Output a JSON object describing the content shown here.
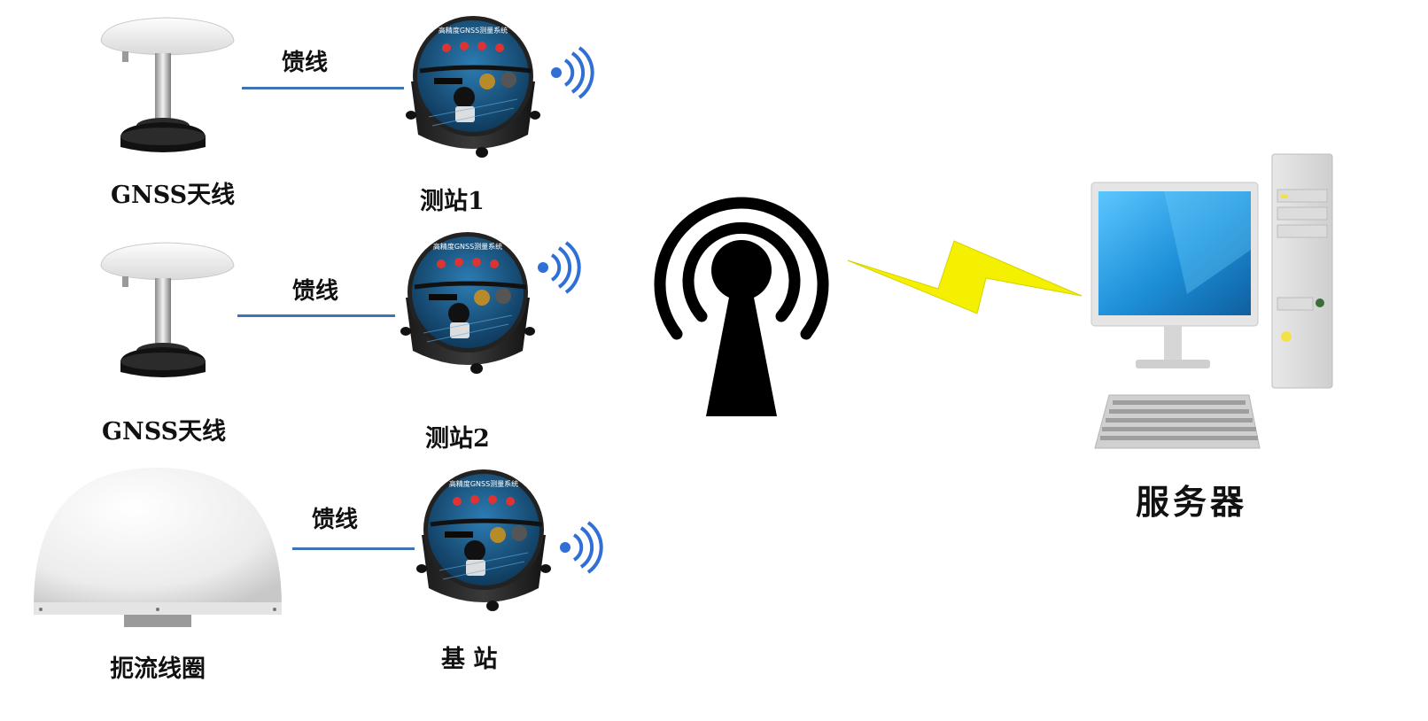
{
  "rows": [
    {
      "antenna_label": "GNSS天线",
      "feed_label": "馈线",
      "station_label": "测站1",
      "device_header": "高精度GNSS测量系统"
    },
    {
      "antenna_label": "GNSS天线",
      "feed_label": "馈线",
      "station_label": "测站2",
      "device_header": "高精度GNSS测量系统"
    },
    {
      "antenna_label": "扼流线圈",
      "feed_label": "馈线",
      "station_label": "基 站",
      "device_header": "高精度GNSS测量系统"
    }
  ],
  "server_label": "服务器",
  "colors": {
    "cable": "#3d74b5",
    "signal_waves": "#2f6fd6",
    "lightning": "#f4f000",
    "tower": "#000000",
    "device_panel": "#1f5d8a"
  },
  "icons": {
    "antenna": "gnss-antenna-icon",
    "choke_ring": "choke-ring-antenna-icon",
    "device": "gnss-receiver-icon",
    "wireless": "wireless-signal-icon",
    "tower": "radio-tower-icon",
    "link": "lightning-bolt-icon",
    "server": "desktop-computer-icon"
  }
}
